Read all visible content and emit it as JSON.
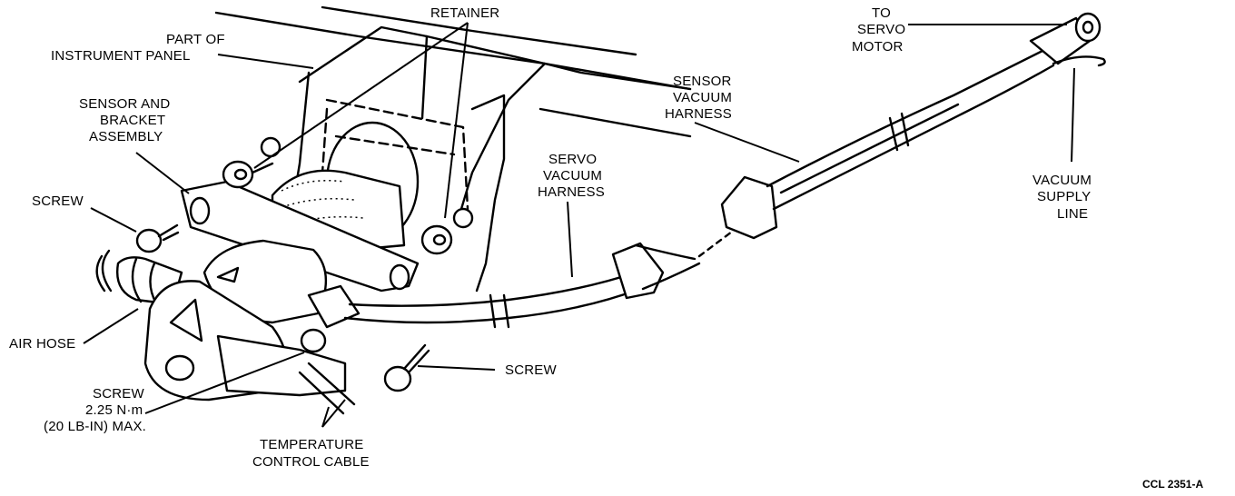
{
  "labels": {
    "retainer": "RETAINER",
    "part_panel": [
      "PART OF",
      "INSTRUMENT PANEL"
    ],
    "sensor_bracket": [
      "SENSOR AND",
      "BRACKET",
      "ASSEMBLY"
    ],
    "screw_left": "SCREW",
    "air_hose": "AIR HOSE",
    "screw_torque": [
      "SCREW",
      "2.25 N·m",
      "(20 LB-IN) MAX."
    ],
    "temp_cable": [
      "TEMPERATURE",
      "CONTROL CABLE"
    ],
    "screw_bottom": "SCREW",
    "servo_harness": [
      "SERVO",
      "VACUUM",
      "HARNESS"
    ],
    "sensor_harness": [
      "SENSOR",
      "VACUUM",
      "HARNESS"
    ],
    "to_servo": [
      "TO",
      "SERVO",
      "MOTOR"
    ],
    "vacuum_supply": [
      "VACUUM",
      "SUPPLY",
      "LINE"
    ]
  },
  "figure_code": "CCL 2351-A"
}
